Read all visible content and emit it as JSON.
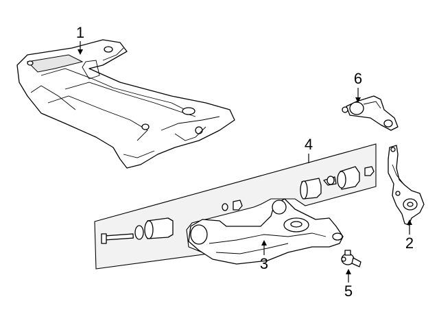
{
  "diagram": {
    "callouts": [
      {
        "id": "crossmember",
        "label": "1"
      },
      {
        "id": "steering-knuckle",
        "label": "2"
      },
      {
        "id": "lower-control-arm",
        "label": "3"
      },
      {
        "id": "control-arm-kit",
        "label": "4"
      },
      {
        "id": "ball-joint",
        "label": "5"
      },
      {
        "id": "upper-control-arm",
        "label": "6"
      }
    ]
  }
}
